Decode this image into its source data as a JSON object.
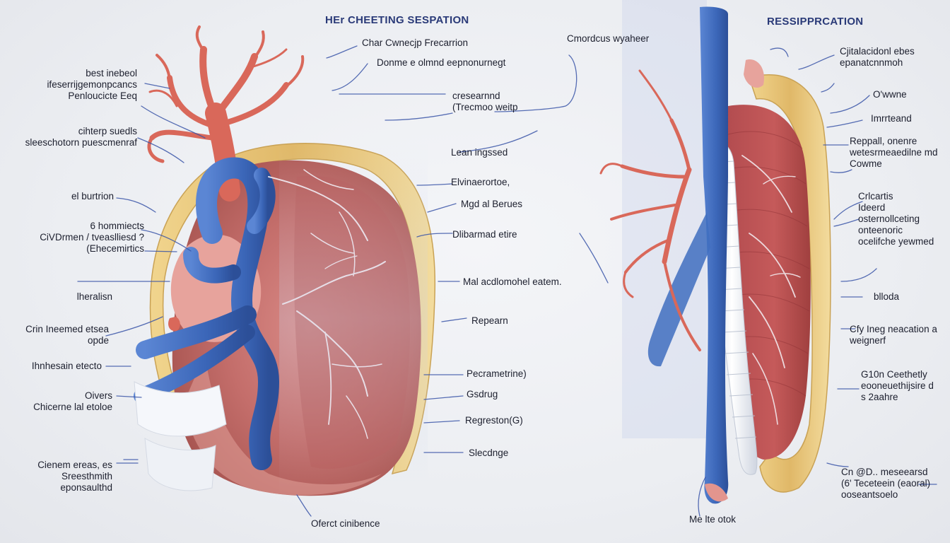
{
  "titles": {
    "left": "HEr CHEETING SESPATION",
    "right": "RESSIPPRCATION"
  },
  "labels_left": [
    {
      "id": "l1",
      "lines": [
        "best inebeol",
        "ifeserrijgemonpcancs",
        "Penloucicte Eeq"
      ]
    },
    {
      "id": "l2",
      "lines": [
        "cihterp suedls",
        "sleeschotorn puescmenraf"
      ]
    },
    {
      "id": "l3",
      "lines": [
        "el burtrion"
      ]
    },
    {
      "id": "l4",
      "lines": [
        "6 hommiects",
        "CiVDrmen / tveaslliesd ?",
        "(Ehecemirtics"
      ]
    },
    {
      "id": "l5",
      "lines": [
        "lheralisn"
      ]
    },
    {
      "id": "l6",
      "lines": [
        "Crin Ineemed etsea",
        "opde"
      ]
    },
    {
      "id": "l7",
      "lines": [
        "Ihnhesain etecto"
      ]
    },
    {
      "id": "l8",
      "lines": [
        "Oivers",
        "Chicerne lal etoloe"
      ]
    },
    {
      "id": "l9",
      "lines": [
        "Cienem ereas, es",
        "Sreesthmith",
        "eponsaulthd"
      ]
    }
  ],
  "labels_center": [
    {
      "id": "c1",
      "lines": [
        "Char Cwnecjp Frecarrion"
      ]
    },
    {
      "id": "c2",
      "lines": [
        "Donme e olmnd eepnonurnegt"
      ]
    },
    {
      "id": "c3",
      "lines": [
        "Cmordcus wyaheer"
      ]
    },
    {
      "id": "c4",
      "lines": [
        "cresearnnd",
        "(Trecmoo weitp"
      ]
    },
    {
      "id": "c5",
      "lines": [
        "Lean ingssed"
      ]
    },
    {
      "id": "c6",
      "lines": [
        "Elvinaerortoe,"
      ]
    },
    {
      "id": "c7",
      "lines": [
        "Mgd al Berues"
      ]
    },
    {
      "id": "c8",
      "lines": [
        "Dlibarmad etire"
      ]
    },
    {
      "id": "c9",
      "lines": [
        "Mal acdlomohel eatem."
      ]
    },
    {
      "id": "c10",
      "lines": [
        "Repearn"
      ]
    },
    {
      "id": "c11",
      "lines": [
        "Pecrametrine)"
      ]
    },
    {
      "id": "c12",
      "lines": [
        "Gsdrug"
      ]
    },
    {
      "id": "c13",
      "lines": [
        "Regreston(G)"
      ]
    },
    {
      "id": "c14",
      "lines": [
        "Slecdnge"
      ]
    },
    {
      "id": "c15",
      "lines": [
        "Oferct cinibence"
      ]
    },
    {
      "id": "c16",
      "lines": [
        "Me lte otok"
      ]
    }
  ],
  "labels_right": [
    {
      "id": "r1",
      "lines": [
        "Cjitalacidonl ebes",
        "epanatcnnmoh"
      ]
    },
    {
      "id": "r2",
      "lines": [
        "O'wwne"
      ]
    },
    {
      "id": "r3",
      "lines": [
        "Imrrteand"
      ]
    },
    {
      "id": "r4",
      "lines": [
        "Reppall, onenre",
        "wetesrmeaedilne md",
        "Cowme"
      ]
    },
    {
      "id": "r5",
      "lines": [
        "Crlcartis",
        "Ideerd",
        "osternollceting",
        "onteenoric",
        "ocelifche yewmed"
      ]
    },
    {
      "id": "r6",
      "lines": [
        "blloda"
      ]
    },
    {
      "id": "r7",
      "lines": [
        "Cfy Ineg neacation a",
        "weignerf"
      ]
    },
    {
      "id": "r8",
      "lines": [
        "G10n Ceethetly",
        "eooneuethijsire d",
        "s 2aahre"
      ]
    },
    {
      "id": "r9",
      "lines": [
        "Cn @D.. meseearsd",
        "(6' Teceteein (eaoral)",
        "ooseantsoelo"
      ]
    }
  ],
  "colors": {
    "artery": "#d9685a",
    "vein": "#3f6ec0",
    "lung": "#c96b66",
    "ribcage": "#e8c77a",
    "trachea": "#e9ecf2",
    "leader": "#3a55a8",
    "text": "#1c1f2e",
    "title": "#2a3a78"
  }
}
